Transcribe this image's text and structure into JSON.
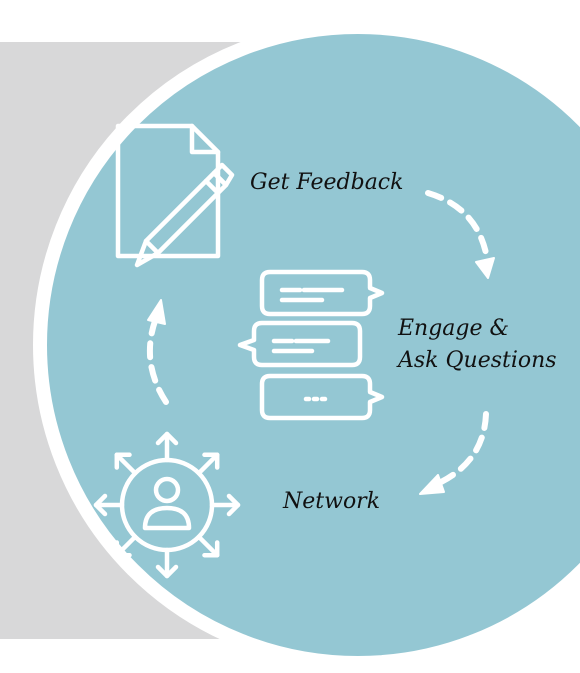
{
  "colors": {
    "background": "#ffffff",
    "panel": "#d8d8d9",
    "circle_fill": "#94c7d3",
    "circle_ring": "#ffffff",
    "icon_stroke": "#ffffff",
    "text": "#111111"
  },
  "icons": [
    "document-pen-icon",
    "chat-bubbles-icon",
    "network-person-icon"
  ],
  "steps": {
    "feedback": "Get Feedback",
    "engage_line1": "Engage &",
    "engage_line2": "Ask Questions",
    "network": "Network"
  }
}
